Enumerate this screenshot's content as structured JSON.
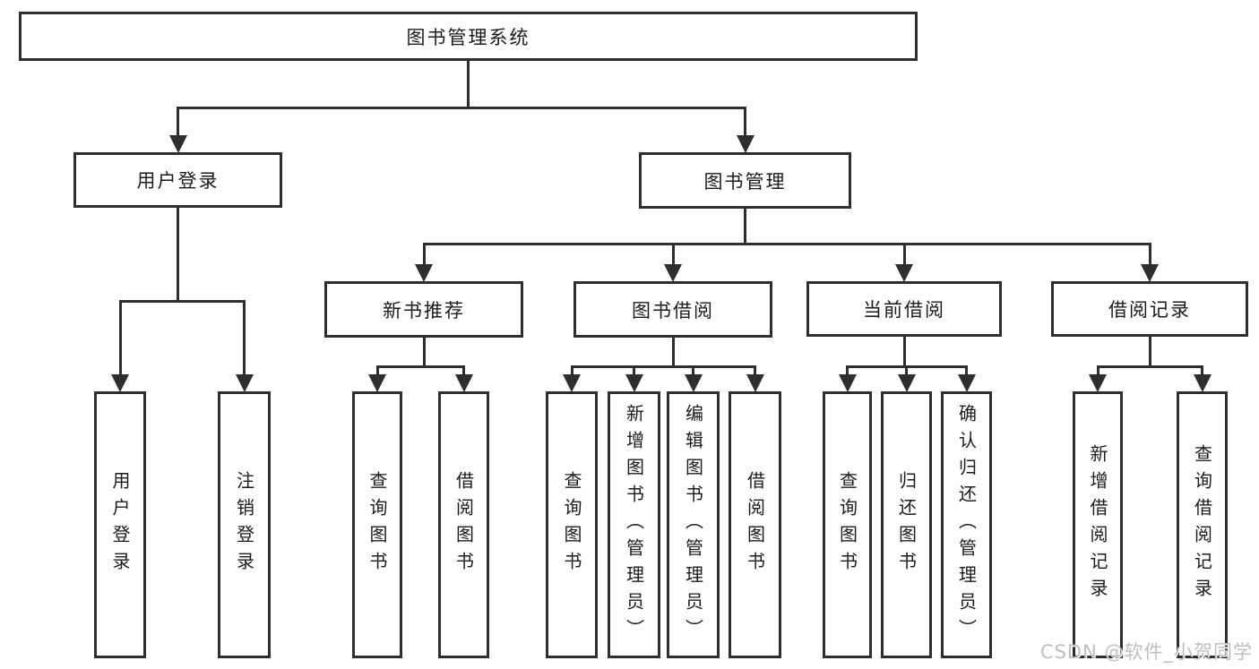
{
  "watermark": "CSDN @软件_小贺同学",
  "colors": {
    "background": "#ffffff",
    "line": "#2e2e2e",
    "box_border": "#2e2e2e",
    "text": "#1b1b1b",
    "watermark": "#bfbfbf"
  },
  "tree": {
    "id": "root",
    "label": "图书管理系统",
    "children": [
      {
        "id": "user-login",
        "label": "用户登录",
        "children": [
          {
            "id": "login",
            "label": "用户登录",
            "vertical": true
          },
          {
            "id": "logout",
            "label": "注销登录",
            "vertical": true
          }
        ]
      },
      {
        "id": "book-mgmt",
        "label": "图书管理",
        "children": [
          {
            "id": "new-book-rec",
            "label": "新书推荐",
            "children": [
              {
                "id": "nbr-query",
                "label": "查询图书",
                "vertical": true
              },
              {
                "id": "nbr-borrow",
                "label": "借阅图书",
                "vertical": true
              }
            ]
          },
          {
            "id": "book-borrow",
            "label": "图书借阅",
            "children": [
              {
                "id": "bb-query",
                "label": "查询图书",
                "vertical": true
              },
              {
                "id": "bb-add",
                "label": "新增图书（管理员）",
                "vertical": true
              },
              {
                "id": "bb-edit",
                "label": "编辑图书（管理员）",
                "vertical": true
              },
              {
                "id": "bb-borrow",
                "label": "借阅图书",
                "vertical": true
              }
            ]
          },
          {
            "id": "current-borrow",
            "label": "当前借阅",
            "children": [
              {
                "id": "cb-query",
                "label": "查询图书",
                "vertical": true
              },
              {
                "id": "cb-return",
                "label": "归还图书",
                "vertical": true
              },
              {
                "id": "cb-confirm",
                "label": "确认归还（管理员）",
                "vertical": true
              }
            ]
          },
          {
            "id": "borrow-records",
            "label": "借阅记录",
            "children": [
              {
                "id": "br-add",
                "label": "新增借阅记录",
                "vertical": true
              },
              {
                "id": "br-query",
                "label": "查询借阅记录",
                "vertical": true
              }
            ]
          }
        ]
      }
    ]
  }
}
